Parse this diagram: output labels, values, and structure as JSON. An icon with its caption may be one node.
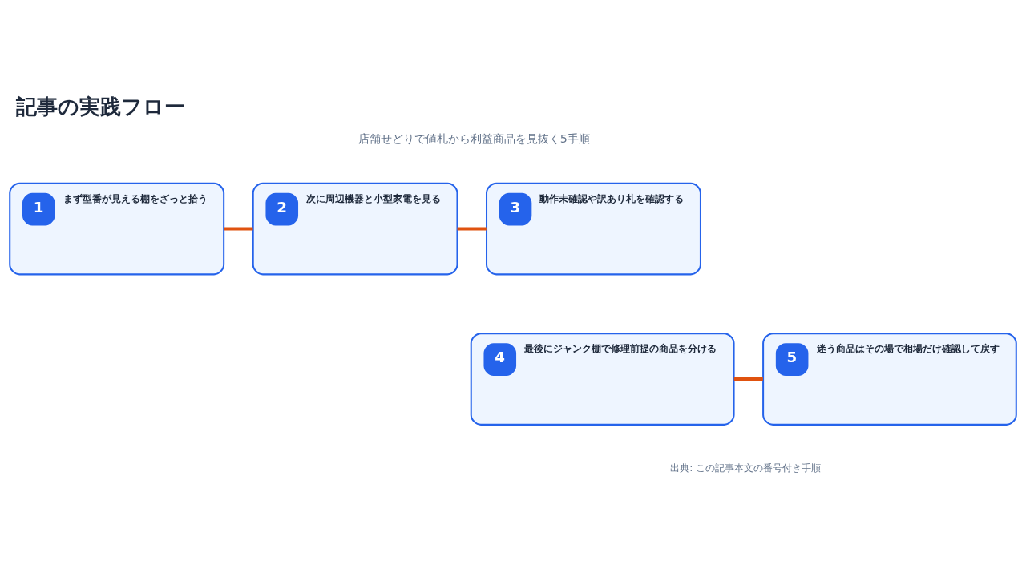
{
  "diagram": {
    "title": "記事の実践フロー",
    "caption": "出典: この記事本文の番号付き手順",
    "labels": [
      "店舗せどりで値札から利益商品を見抜く5手順"
    ],
    "nodes": [
      {
        "text": [
          "1",
          "まず型番が見える棚をざっと拾う"
        ]
      },
      {
        "text": [
          "2",
          "次に周辺機器と小型家電を見る"
        ]
      },
      {
        "text": [
          "3",
          "動作未確認や訳あり札を確認する"
        ]
      },
      {
        "text": [
          "4",
          "最後にジャンク棚で修理前提の商品を分ける"
        ]
      },
      {
        "text": [
          "5",
          "迷う商品はその場で相場だけ確認して戻す"
        ]
      }
    ],
    "edges": [
      {
        "from": 0,
        "to": 1,
        "arrow": "none"
      },
      {
        "from": 1,
        "to": 2,
        "arrow": "none"
      },
      {
        "from": 3,
        "to": 4,
        "arrow": "none"
      }
    ]
  }
}
